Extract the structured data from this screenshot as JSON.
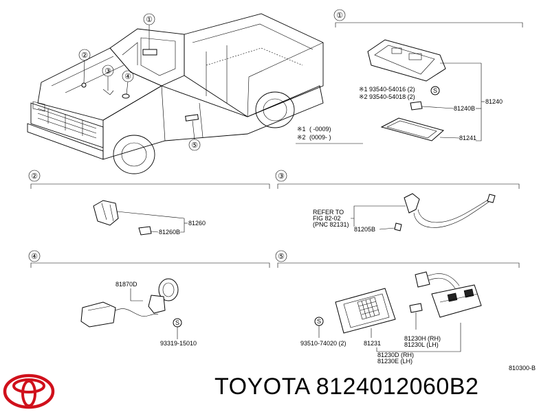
{
  "sections": {
    "s1": {
      "num": "①"
    },
    "s2": {
      "num": "②"
    },
    "s3": {
      "num": "③"
    },
    "s4": {
      "num": "④"
    },
    "s5": {
      "num": "⑤"
    }
  },
  "callouts": [
    "①",
    "②",
    "③",
    "④",
    "⑤"
  ],
  "section1": {
    "notes": [
      "※1 93540-54016 (2)",
      "※2 93540-54018 (2)"
    ],
    "parts": {
      "p81240": "81240",
      "p81240B": "81240B",
      "p81241": "81241",
      "s_mark": "S"
    },
    "legend": [
      {
        "mark": "※1",
        "range": "(      -0009)"
      },
      {
        "mark": "※2",
        "range": "(0009-      )"
      }
    ]
  },
  "section2": {
    "parts": {
      "p81260": "81260",
      "p81260B": "81260B"
    }
  },
  "section3": {
    "refer": [
      "REFER TO",
      "FIG 82-02",
      "(PNC 82131)"
    ],
    "parts": {
      "p81205B": "81205B"
    }
  },
  "section4": {
    "parts": {
      "p81870D": "81870D",
      "p93319": "93319-15010",
      "s_mark": "S"
    }
  },
  "section5": {
    "parts": {
      "p93510": "93510-74020 (2)",
      "p81231": "81231",
      "p81230H": "81230H (RH)",
      "p81230L": "81230L (LH)",
      "p81230D": "81230D (RH)",
      "p81230E": "81230E (LH)",
      "s_mark": "S"
    }
  },
  "figure_code": "810300-B",
  "brand": {
    "text": "TOYOTA 8124012060B2",
    "logo": "toyota-emblem-icon",
    "color": "#d0101b"
  }
}
